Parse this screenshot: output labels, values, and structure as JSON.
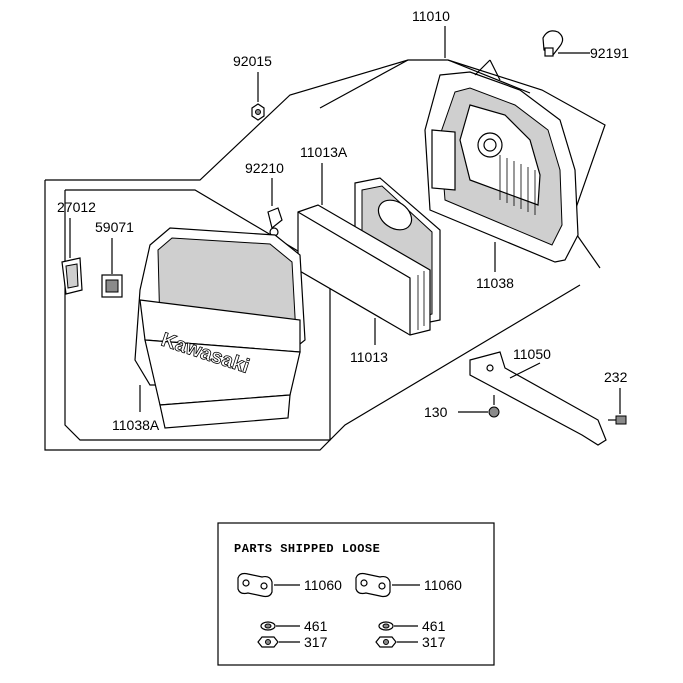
{
  "diagram": {
    "part_numbers": {
      "p11010": "11010",
      "p92015": "92015",
      "p92191": "92191",
      "p11013A": "11013A",
      "p92210": "92210",
      "p27012": "27012",
      "p59071": "59071",
      "p11038": "11038",
      "p11013": "11013",
      "p11038A": "11038A",
      "p11050": "11050",
      "p232": "232",
      "p130": "130"
    },
    "cover_brand": "Kawasaki"
  },
  "loose_box": {
    "title": "PARTS SHIPPED LOOSE",
    "left": {
      "gasket": "11060",
      "washer": "461",
      "nut": "317"
    },
    "right": {
      "gasket": "11060",
      "washer": "461",
      "nut": "317"
    }
  },
  "colors": {
    "line": "#000000",
    "shade": "#cfcfcf",
    "background": "#ffffff"
  }
}
